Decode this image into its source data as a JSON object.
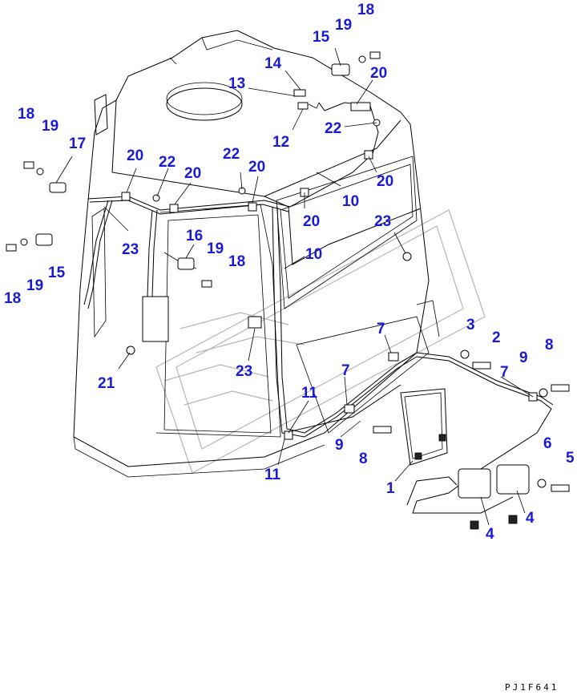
{
  "drawing_code": "PJ1F641",
  "callouts": [
    {
      "id": "c18a",
      "text": "18"
    },
    {
      "id": "c19a",
      "text": "19"
    },
    {
      "id": "c15a",
      "text": "15"
    },
    {
      "id": "c14",
      "text": "14"
    },
    {
      "id": "c20a",
      "text": "20"
    },
    {
      "id": "c13",
      "text": "13"
    },
    {
      "id": "c12",
      "text": "12"
    },
    {
      "id": "c22a",
      "text": "22"
    },
    {
      "id": "c18b",
      "text": "18"
    },
    {
      "id": "c19b",
      "text": "19"
    },
    {
      "id": "c17",
      "text": "17"
    },
    {
      "id": "c20b",
      "text": "20"
    },
    {
      "id": "c22b",
      "text": "22"
    },
    {
      "id": "c20c",
      "text": "20"
    },
    {
      "id": "c22c",
      "text": "22"
    },
    {
      "id": "c20d",
      "text": "20"
    },
    {
      "id": "c10a",
      "text": "10"
    },
    {
      "id": "c20e",
      "text": "20"
    },
    {
      "id": "c20f",
      "text": "20"
    },
    {
      "id": "c23a",
      "text": "23"
    },
    {
      "id": "c16",
      "text": "16"
    },
    {
      "id": "c19c",
      "text": "19"
    },
    {
      "id": "c23b",
      "text": "23"
    },
    {
      "id": "c10b",
      "text": "10"
    },
    {
      "id": "c18c",
      "text": "18"
    },
    {
      "id": "c18d",
      "text": "18"
    },
    {
      "id": "c19d",
      "text": "19"
    },
    {
      "id": "c15b",
      "text": "15"
    },
    {
      "id": "c3",
      "text": "3"
    },
    {
      "id": "c2",
      "text": "2"
    },
    {
      "id": "c8a",
      "text": "8"
    },
    {
      "id": "c7a",
      "text": "7"
    },
    {
      "id": "c9a",
      "text": "9"
    },
    {
      "id": "c7b",
      "text": "7"
    },
    {
      "id": "c23c",
      "text": "23"
    },
    {
      "id": "c21",
      "text": "21"
    },
    {
      "id": "c7c",
      "text": "7"
    },
    {
      "id": "c11a",
      "text": "11"
    },
    {
      "id": "c9b",
      "text": "9"
    },
    {
      "id": "c8b",
      "text": "8"
    },
    {
      "id": "c11b",
      "text": "11"
    },
    {
      "id": "c6",
      "text": "6"
    },
    {
      "id": "c5",
      "text": "5"
    },
    {
      "id": "c1",
      "text": "1"
    },
    {
      "id": "c4a",
      "text": "4"
    },
    {
      "id": "c4b",
      "text": "4"
    }
  ]
}
